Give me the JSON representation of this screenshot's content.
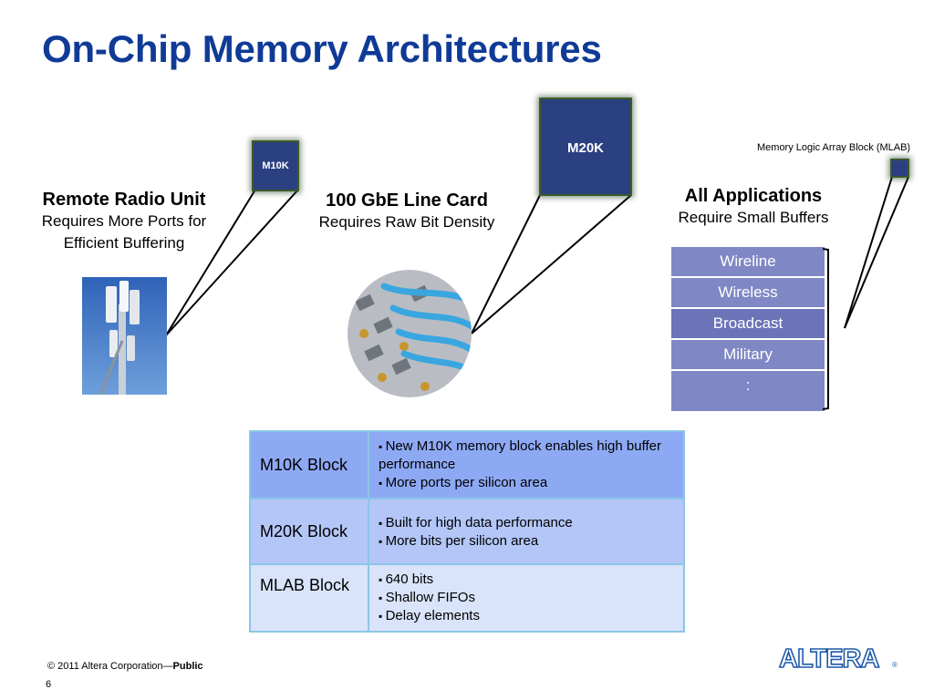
{
  "slide": {
    "title": "On-Chip Memory Architectures",
    "page_number": "6"
  },
  "blocks": {
    "m10k_label": "M10K",
    "m20k_label": "M20K",
    "mlab_label": "Memory Logic Array Block (MLAB)"
  },
  "captions": {
    "rru_heading": "Remote Radio Unit",
    "rru_line1": "Requires More Ports for",
    "rru_line2": "Efficient Buffering",
    "gbe_heading": "100 GbE Line Card",
    "gbe_sub": "Requires Raw Bit Density",
    "all_heading": "All Applications",
    "all_sub": "Require Small Buffers"
  },
  "applications": [
    "Wireline",
    "Wireless",
    "Broadcast",
    "Military",
    ":"
  ],
  "table": {
    "rows": [
      {
        "name": "M10K Block",
        "bullets": [
          "New M10K memory block enables high buffer performance",
          "More ports per silicon area"
        ]
      },
      {
        "name": "M20K Block",
        "bullets": [
          "Built for high data performance",
          "More bits per silicon area"
        ]
      },
      {
        "name": "MLAB Block",
        "bullets": [
          "640 bits",
          "Shallow FIFOs",
          "Delay elements"
        ]
      }
    ]
  },
  "footer": {
    "copyright": "© 2011 Altera Corporation—",
    "classification": "Public"
  },
  "logo": {
    "text": "ALTERA",
    "mark": "®"
  },
  "colors": {
    "title": "#0f3a96",
    "block_fill": "#2b4080",
    "app_fill": "#7f88c4",
    "logo": "#1e5aa8"
  }
}
